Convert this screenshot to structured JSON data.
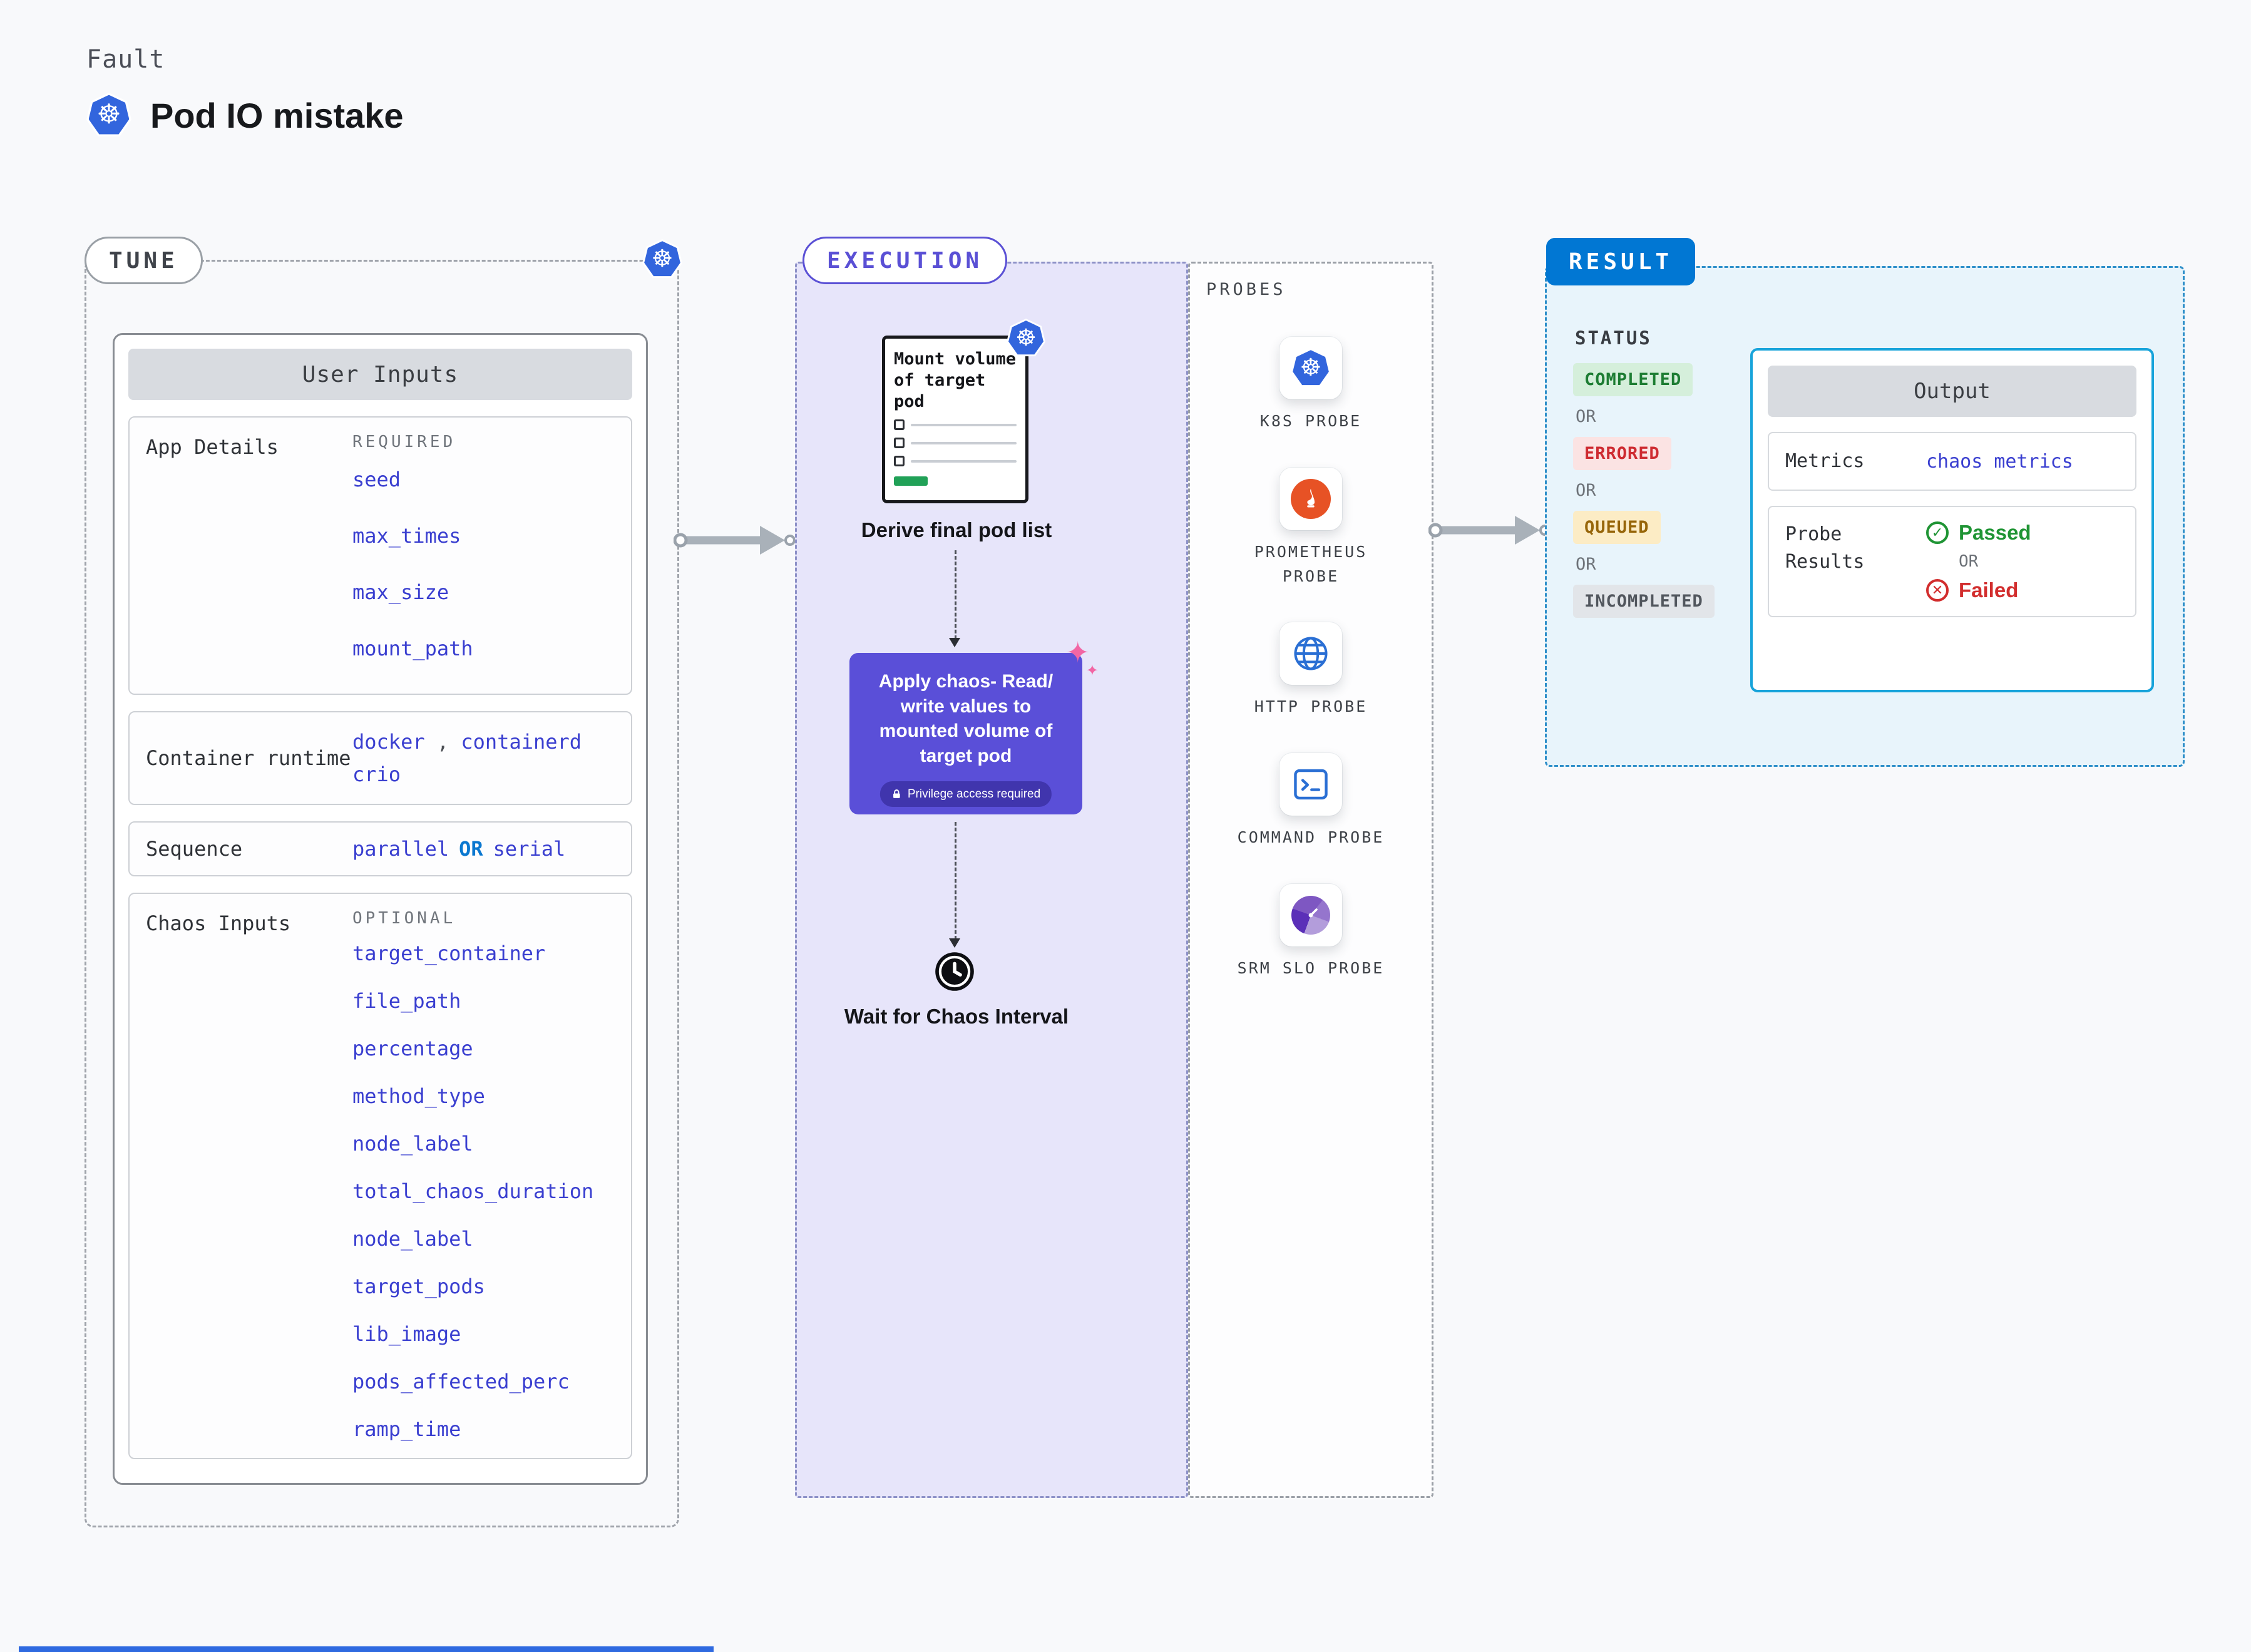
{
  "header": {
    "eyebrow": "Fault",
    "title": "Pod IO mistake"
  },
  "tune": {
    "badge": "TUNE",
    "card_title": "User Inputs",
    "app_details": {
      "label": "App Details",
      "tag": "REQUIRED",
      "items": [
        "seed",
        "max_times",
        "max_size",
        "mount_path"
      ]
    },
    "container_runtime": {
      "label": "Container runtime",
      "v1": "docker",
      "sep": ",",
      "v2": "containerd",
      "v3": "crio"
    },
    "sequence": {
      "label": "Sequence",
      "a": "parallel",
      "or": "OR",
      "b": "serial"
    },
    "chaos_inputs": {
      "label": "Chaos Inputs",
      "tag": "OPTIONAL",
      "items": [
        "target_container",
        "file_path",
        "percentage",
        "method_type",
        "node_label",
        "total_chaos_duration",
        "node_label",
        "target_pods",
        "lib_image",
        "pods_affected_perc",
        "ramp_time"
      ]
    }
  },
  "execution": {
    "badge": "EXECUTION",
    "note": {
      "text": "Mount volume of target pod"
    },
    "step1": "Derive final pod list",
    "chaos_card": {
      "text": "Apply chaos- Read/ write values to mounted volume of target pod",
      "badge": "Privilege access required"
    },
    "step3": "Wait for Chaos Interval"
  },
  "probes": {
    "label": "PROBES",
    "items": [
      {
        "name": "K8S PROBE",
        "icon": "kubernetes"
      },
      {
        "name": "PROMETHEUS PROBE",
        "icon": "prometheus"
      },
      {
        "name": "HTTP PROBE",
        "icon": "globe"
      },
      {
        "name": "COMMAND PROBE",
        "icon": "terminal"
      },
      {
        "name": "SRM SLO PROBE",
        "icon": "gauge"
      }
    ]
  },
  "result": {
    "badge": "RESULT",
    "status_label": "STATUS",
    "or": "OR",
    "statuses": [
      "COMPLETED",
      "ERRORED",
      "QUEUED",
      "INCOMPLETED"
    ],
    "output": {
      "title": "Output",
      "metrics_label": "Metrics",
      "metrics_value": "chaos metrics",
      "probe_results_label": "Probe Results",
      "passed": "Passed",
      "or": "OR",
      "failed": "Failed"
    }
  },
  "colors": {
    "k8s_blue": "#3265dd",
    "execution_purple": "#5a4fd8",
    "result_blue": "#0177d3",
    "link_blue": "#3a3fd0",
    "passed_green": "#1f9434",
    "failed_red": "#d22d2d"
  }
}
